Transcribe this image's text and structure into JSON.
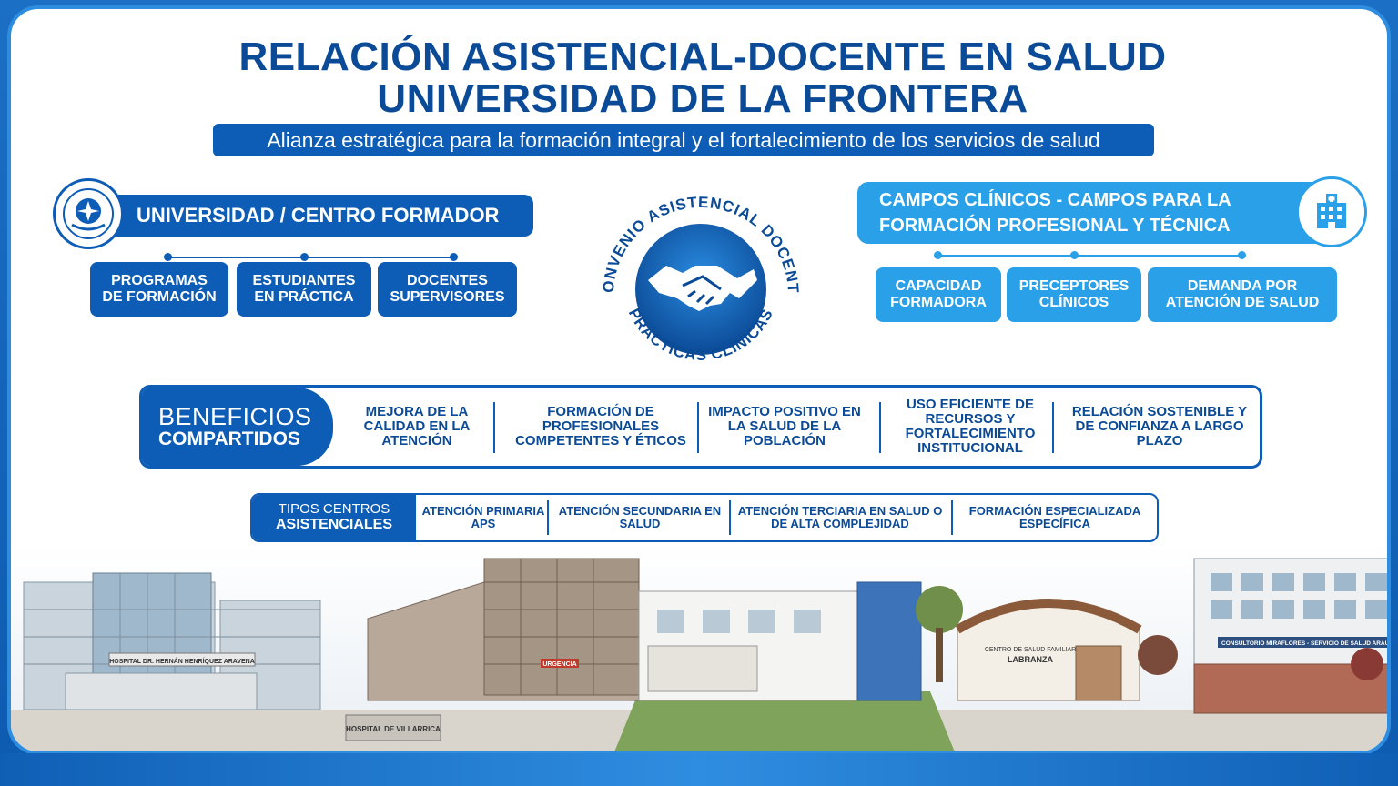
{
  "header": {
    "title_line1": "RELACIÓN ASISTENCIAL-DOCENTE EN SALUD",
    "title_line2": "UNIVERSIDAD DE LA FRONTERA",
    "subtitle": "Alianza estratégica para la formación integral y el fortalecimiento de los servicios de salud"
  },
  "university": {
    "title": "UNIVERSIDAD / CENTRO FORMADOR",
    "items": [
      {
        "line1": "PROGRAMAS",
        "line2": "DE FORMACIÓN"
      },
      {
        "line1": "ESTUDIANTES",
        "line2": "EN PRÁCTICA"
      },
      {
        "line1": "DOCENTES",
        "line2": "SUPERVISORES"
      }
    ]
  },
  "seal": {
    "top_text": "CONVENIO ASISTENCIAL DOCENTE",
    "bottom_text": "PRÁCTICAS CLÍNICAS"
  },
  "clinical": {
    "title_line1": "CAMPOS CLÍNICOS - CAMPOS PARA LA",
    "title_line2": "FORMACIÓN PROFESIONAL Y TÉCNICA",
    "items": [
      {
        "line1": "CAPACIDAD",
        "line2": "FORMADORA"
      },
      {
        "line1": "PRECEPTORES",
        "line2": "CLÍNICOS"
      },
      {
        "line1": "DEMANDA POR",
        "line2": "ATENCIÓN DE SALUD"
      }
    ]
  },
  "benefits": {
    "head_line1": "BENEFICIOS",
    "head_line2": "COMPARTIDOS",
    "items": [
      "MEJORA DE LA CALIDAD EN LA ATENCIÓN",
      "FORMACIÓN DE PROFESIONALES COMPETENTES Y ÉTICOS",
      "IMPACTO POSITIVO EN LA SALUD DE LA POBLACIÓN",
      "USO EFICIENTE DE RECURSOS Y FORTALECIMIENTO INSTITUCIONAL",
      "RELACIÓN SOSTENIBLE Y DE CONFIANZA A LARGO PLAZO"
    ]
  },
  "types": {
    "head_line1": "TIPOS CENTROS",
    "head_line2": "ASISTENCIALES",
    "items": [
      "ATENCIÓN PRIMARIA APS",
      "ATENCIÓN SECUNDARIA EN SALUD",
      "ATENCIÓN TERCIARIA EN SALUD O DE ALTA COMPLEJIDAD",
      "FORMACIÓN ESPECIALIZADA ESPECÍFICA"
    ]
  },
  "scene_signs": {
    "hospital1": "HOSPITAL DR. HERNÁN HENRÍQUEZ ARAVENA",
    "hospital2": "HOSPITAL DE VILLARRICA",
    "urgency": "URGENCIA",
    "cesfam_line1": "CENTRO DE SALUD FAMILIAR",
    "cesfam_line2": "LABRANZA",
    "servicio": "CONSULTORIO MIRAFLORES - SERVICIO DE SALUD ARAUCANÍA S"
  },
  "colors": {
    "primary": "#0d5cb6",
    "accent": "#2aa0e8",
    "title": "#0b4a96"
  }
}
